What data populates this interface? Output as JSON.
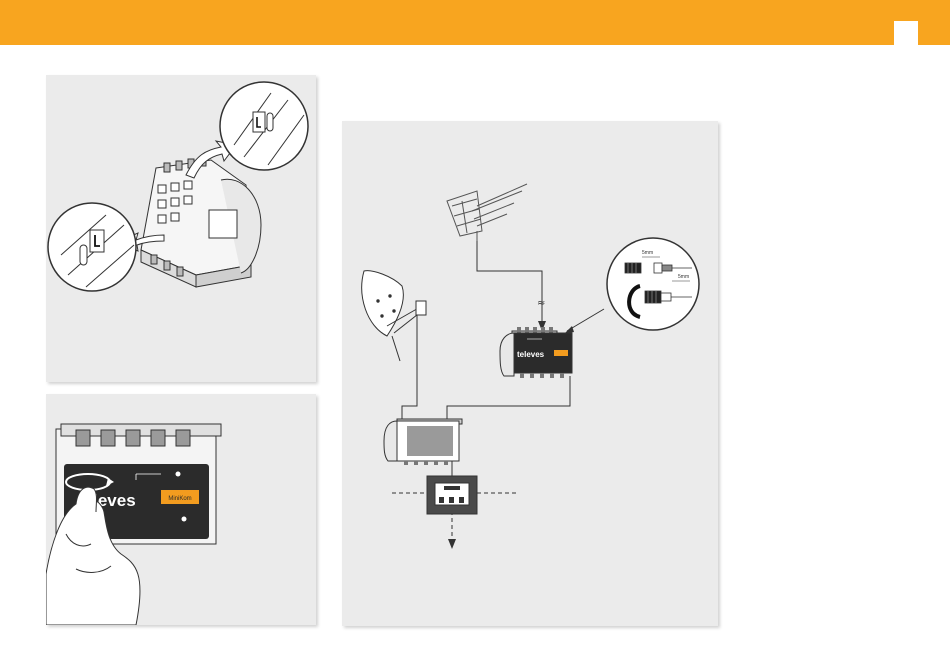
{
  "header": {
    "color": "#f8a51f"
  },
  "panels": {
    "switch_photo": {
      "brand_text": "televes",
      "model_text": "MiniKom"
    },
    "diagram": {
      "amplifier_brand": "televes",
      "strip_length_top": "5mm",
      "strip_length_bottom": "5mm"
    }
  },
  "colors": {
    "panel_background": "#ebebeb",
    "device_dark": "#2b2b2b",
    "accent_orange": "#f39c1f"
  }
}
